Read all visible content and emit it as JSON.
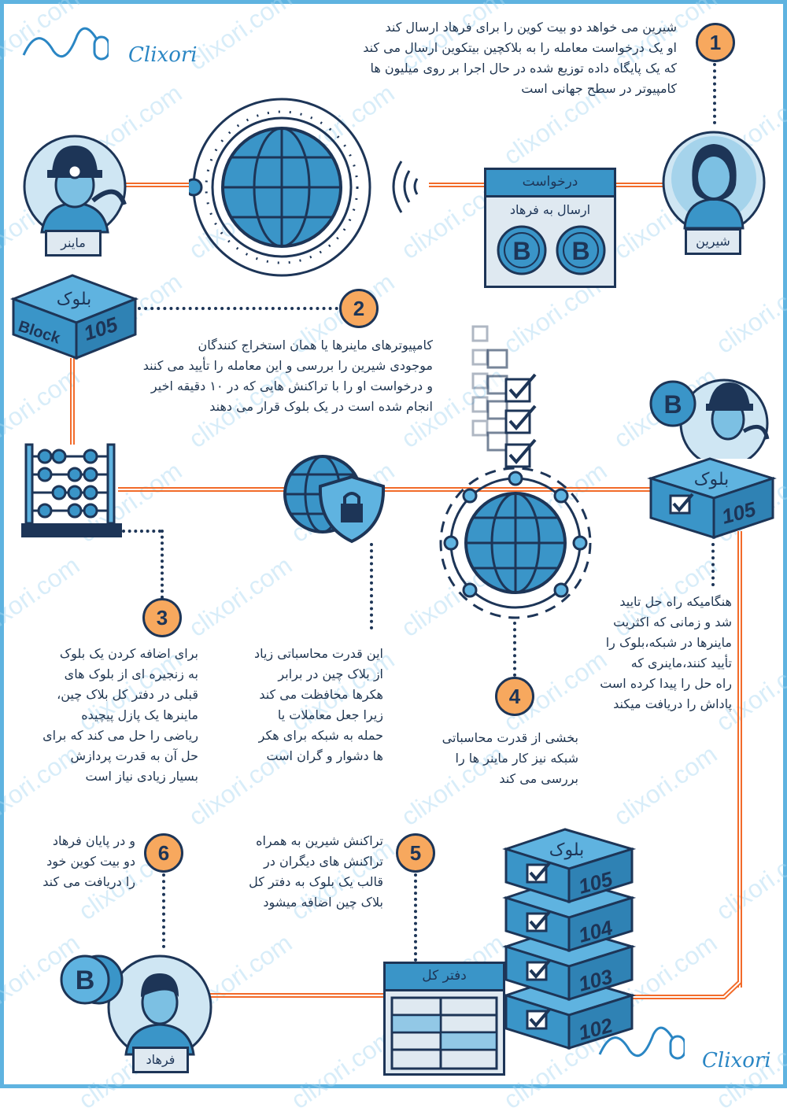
{
  "logo": {
    "text": "Clixori"
  },
  "watermark": "clixori.com",
  "colors": {
    "navy": "#1d3557",
    "blue": "#3a95c8",
    "orange": "#f26b2a",
    "badge": "#f7a85e",
    "frame": "#5fb3e0"
  },
  "people": {
    "shirin": "شیرین",
    "miner": "ماینر",
    "farhad": "فرهاد"
  },
  "request": {
    "title": "درخواست",
    "subtitle": "ارسال به فرهاد",
    "coin": "B"
  },
  "blocks": {
    "word": "بلوک",
    "block_en": "Block",
    "b105": "105",
    "b104": "104",
    "b103": "103",
    "b102": "102"
  },
  "ledger": {
    "title": "دفتر کل"
  },
  "steps": [
    {
      "num": "1",
      "text": "شیرین می خواهد دو بیت کوین را برای فرهاد ارسال کند\nاو یک درخواست معامله را به بلاکچین بیتکوین ارسال می کند\nکه یک پایگاه داده توزیع شده در حال اجرا بر روی میلیون ها\nکامپیوتر در سطح جهانی است"
    },
    {
      "num": "2",
      "text": "کامپیوترهای ماینرها یا همان استخراج کنندگان\nموجودی شیرین را بررسی و این معامله را تأیید می کنند\nو درخواست او را با تراکنش هایی که در ۱۰ دقیقه اخیر\nانجام شده است در یک بلوک قرار می دهند"
    },
    {
      "num": "3",
      "text": "برای اضافه کردن یک بلوک\nبه زنجیره ای از بلوک های\nقبلی در دفتر کل بلاک چین،\nماینرها یک پازل پیچیده\nریاضی را حل می کند که برای\nحل آن به قدرت پردازش\nبسیار زیادی نیاز است"
    },
    {
      "num": "4",
      "text": "بخشی از قدرت محاسباتی\nشبکه نیز  کار ماینر ها را\nبررسی می کند"
    },
    {
      "num": "5",
      "text": "تراکنش شیرین به همراه\nتراکنش های دیگران در\nقالب یک بلوک به دفتر کل\nبلاک چین اضافه میشود"
    },
    {
      "num": "6",
      "text": "و در پایان فرهاد\nدو بیت کوین خود\nرا دریافت می کند"
    }
  ],
  "notes": {
    "security": "این قدرت محاسباتی زیاد\nاز بلاک چین در برابر\nهکرها محافظت می کند\nزیرا  جعل معاملات یا\nحمله به شبکه برای هکر\nها دشوار و گران است",
    "reward": "هنگامیکه راه حل تایید\nشد و زمانی که اکثریت\nماینرها در شبکه،بلوک را\nتأیید کنند،ماینری که\nراه حل را پیدا کرده است\nپاداش را دریافت میکند"
  }
}
